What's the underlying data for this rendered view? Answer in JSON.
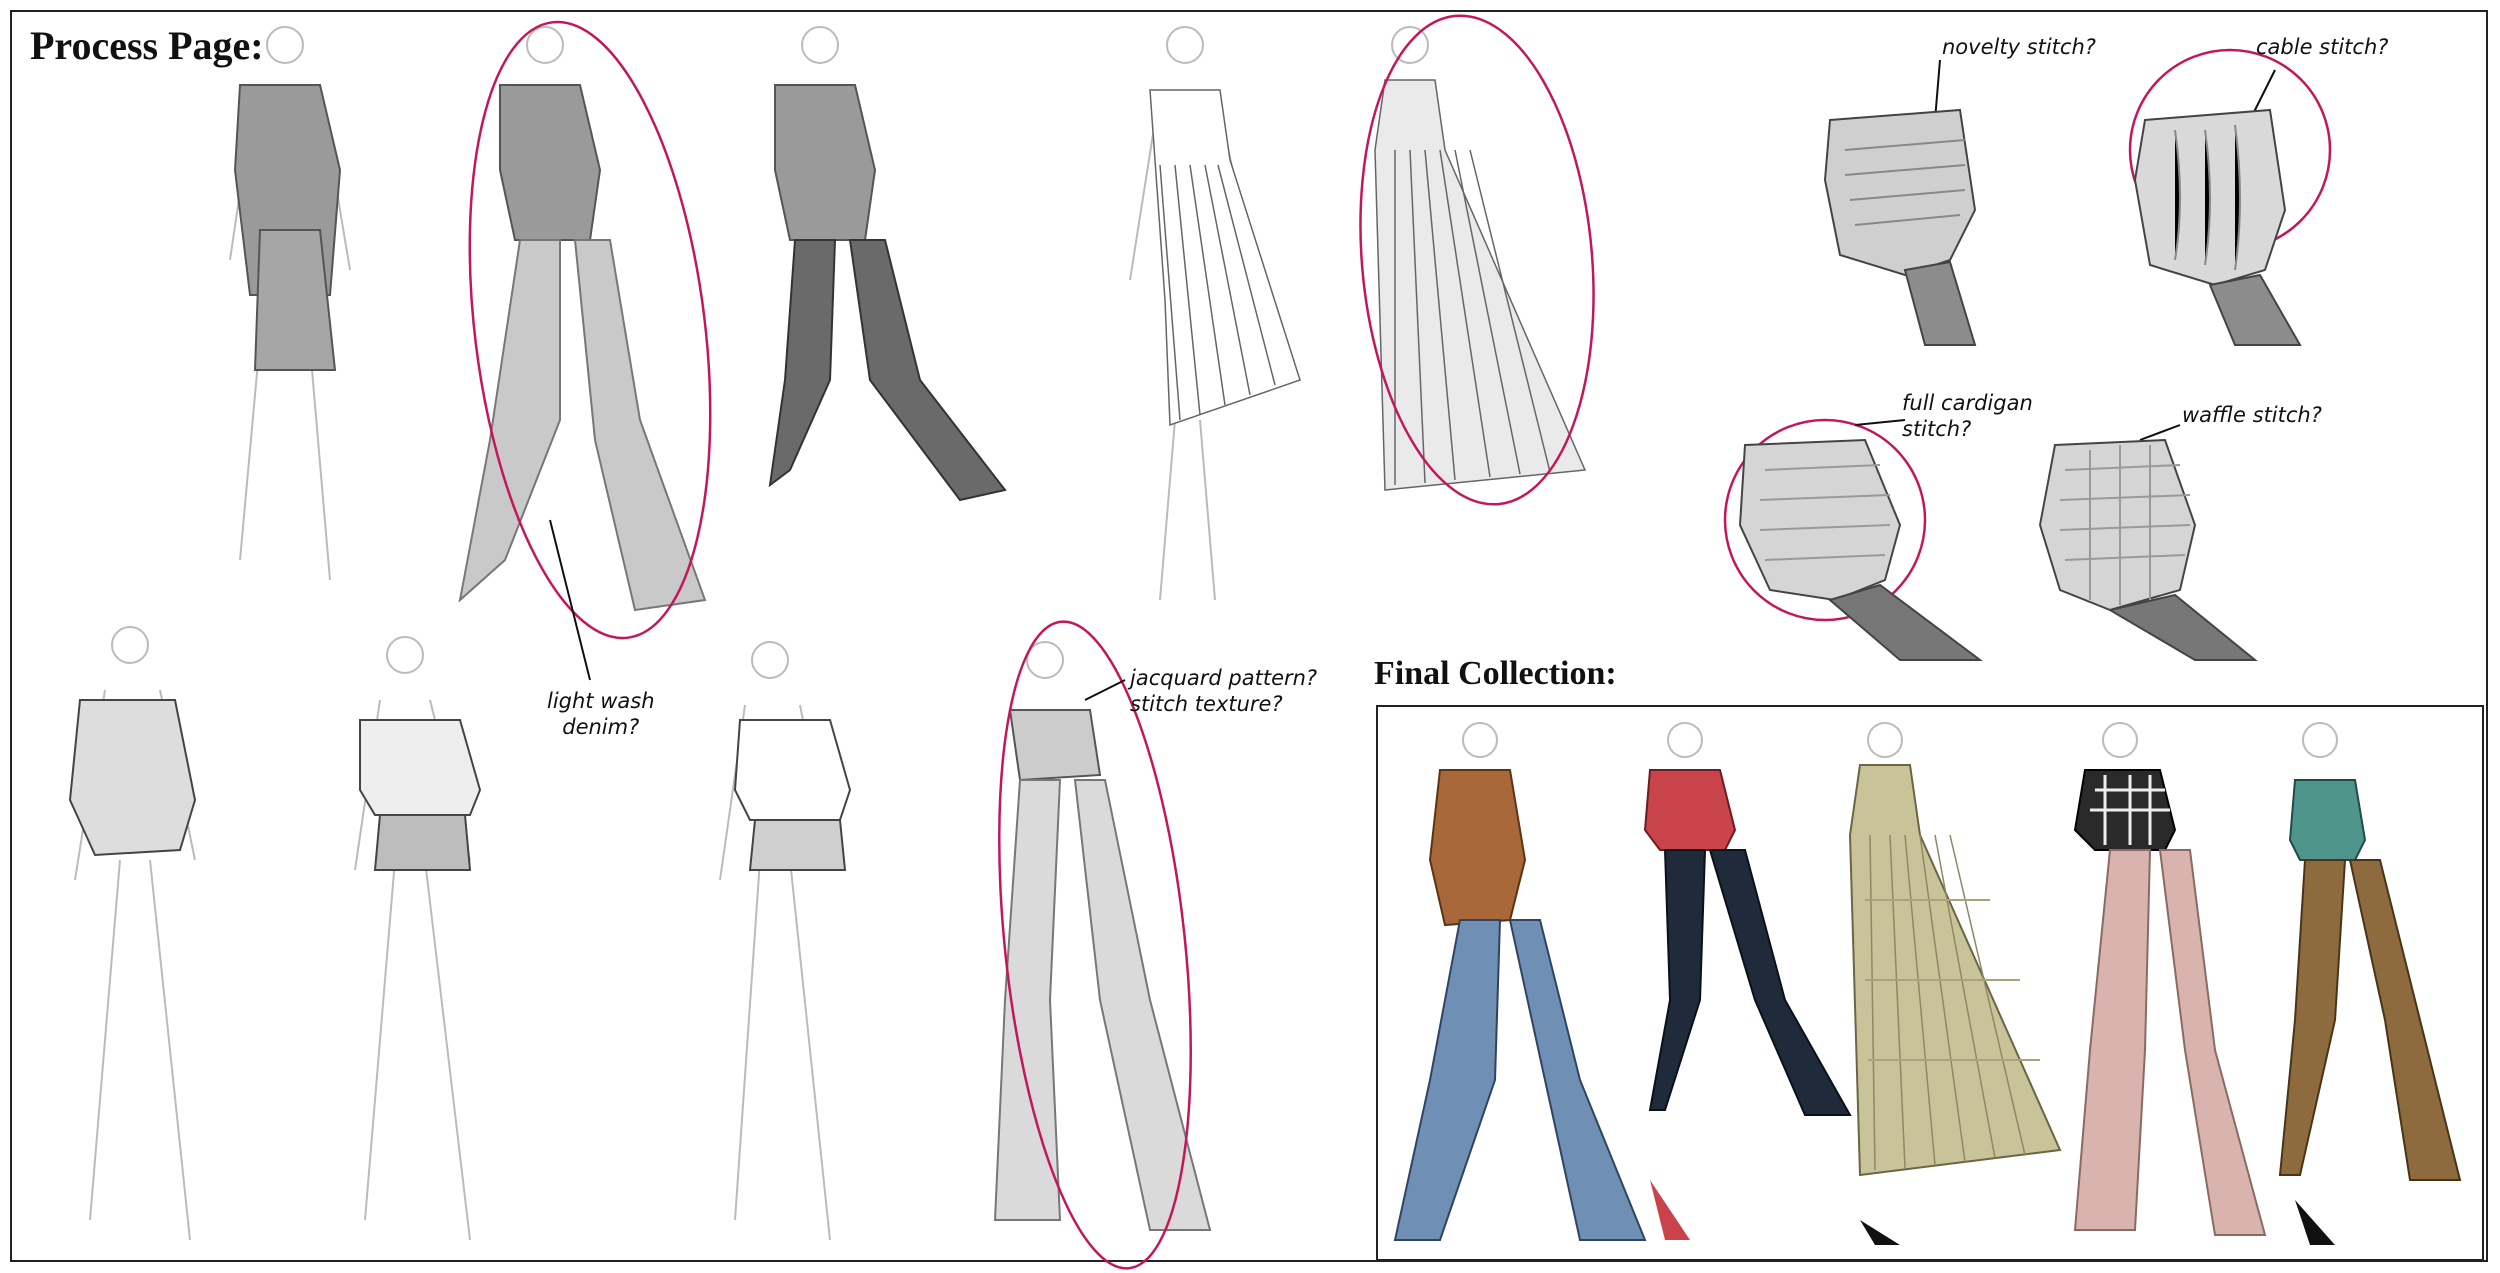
{
  "titles": {
    "process": "Process Page:",
    "final": "Final Collection:"
  },
  "notes": {
    "light_wash_1": "light wash",
    "light_wash_2": "denim?",
    "jacquard_1": "jacquard pattern?",
    "jacquard_2": "stitch texture?",
    "novelty": "novelty stitch?",
    "cable": "cable stitch?",
    "full_cardigan_1": "full cardigan",
    "full_cardigan_2": "stitch?",
    "waffle": "waffle stitch?"
  },
  "colors": {
    "highlight_ellipse": "#c2185b",
    "denim_light": "#6f8fb5",
    "denim_dark": "#1f2a3a",
    "rust_knit": "#a8683a",
    "red_knit": "#c9444a",
    "plaid_dress": "#c9c39a",
    "houndstooth": "#2a2a2a",
    "blush_pants": "#d9b4ae",
    "teal_knit": "#4f958c",
    "camel_pants": "#8e6a3f"
  }
}
